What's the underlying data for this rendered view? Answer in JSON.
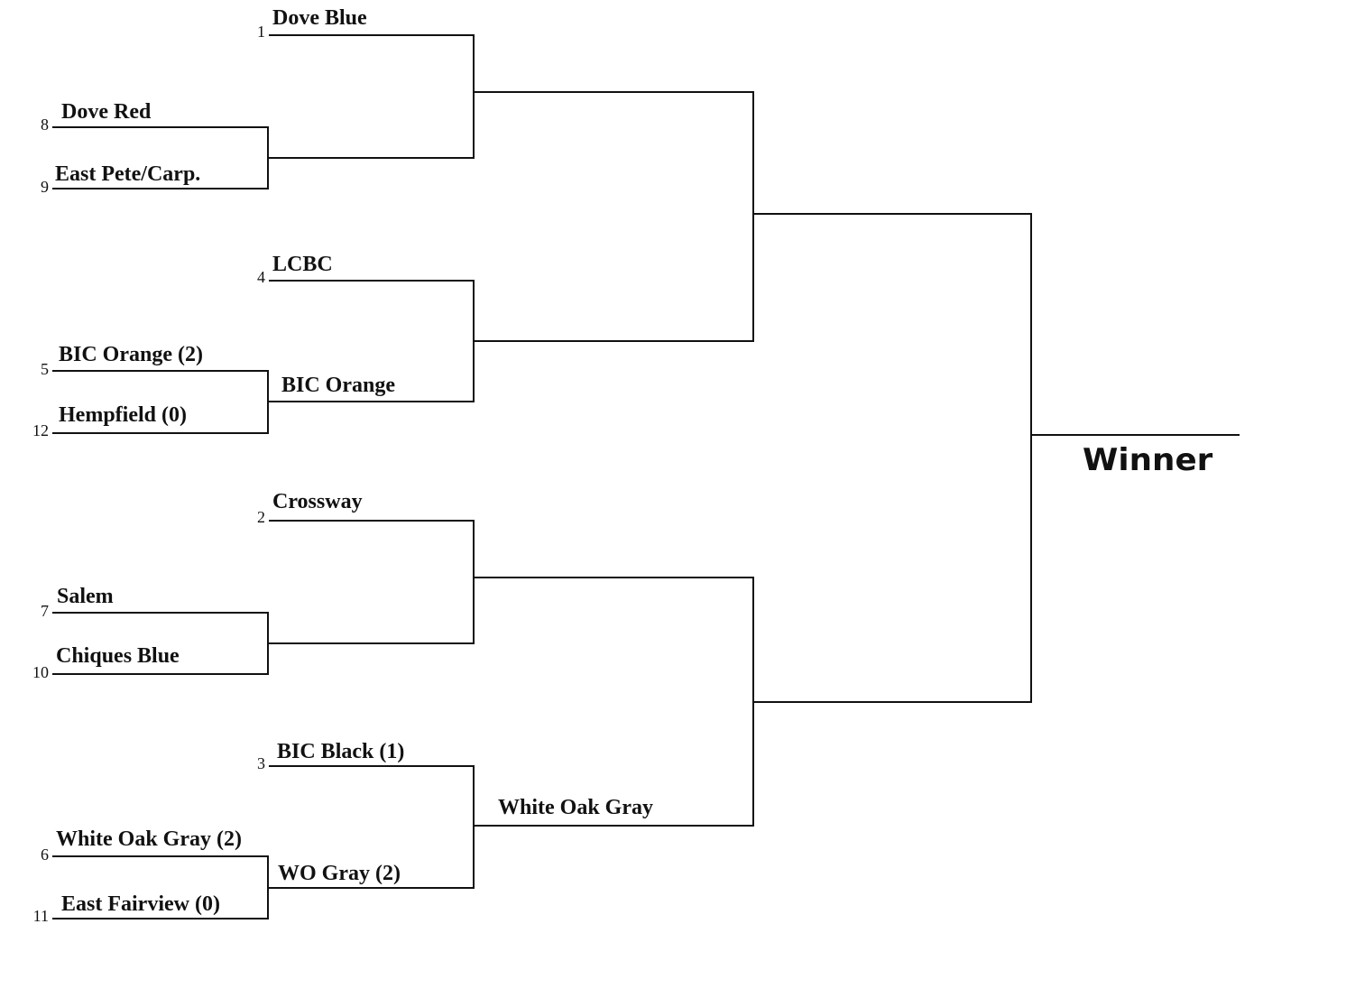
{
  "bracket": {
    "winner_label": "Winner",
    "round1": [
      {
        "seed_top": "8",
        "team_top": "Dove Red",
        "seed_bottom": "9",
        "team_bottom": "East Pete/Carp.",
        "result": ""
      },
      {
        "seed_top": "5",
        "team_top": "BIC Orange (2)",
        "seed_bottom": "12",
        "team_bottom": "Hempfield (0)",
        "result": "BIC Orange"
      },
      {
        "seed_top": "7",
        "team_top": "Salem",
        "seed_bottom": "10",
        "team_bottom": "Chiques Blue",
        "result": ""
      },
      {
        "seed_top": "6",
        "team_top": "White Oak Gray (2)",
        "seed_bottom": "11",
        "team_bottom": "East Fairview (0)",
        "result": "WO Gray (2)"
      }
    ],
    "round2": [
      {
        "seed": "1",
        "team": "Dove Blue",
        "result": ""
      },
      {
        "seed": "4",
        "team": "LCBC",
        "result": ""
      },
      {
        "seed": "2",
        "team": "Crossway",
        "result": ""
      },
      {
        "seed": "3",
        "team": "BIC Black (1)",
        "result": "White Oak Gray"
      }
    ]
  },
  "colors": {
    "line": "#111111",
    "background": "#ffffff",
    "text": "#111111"
  }
}
